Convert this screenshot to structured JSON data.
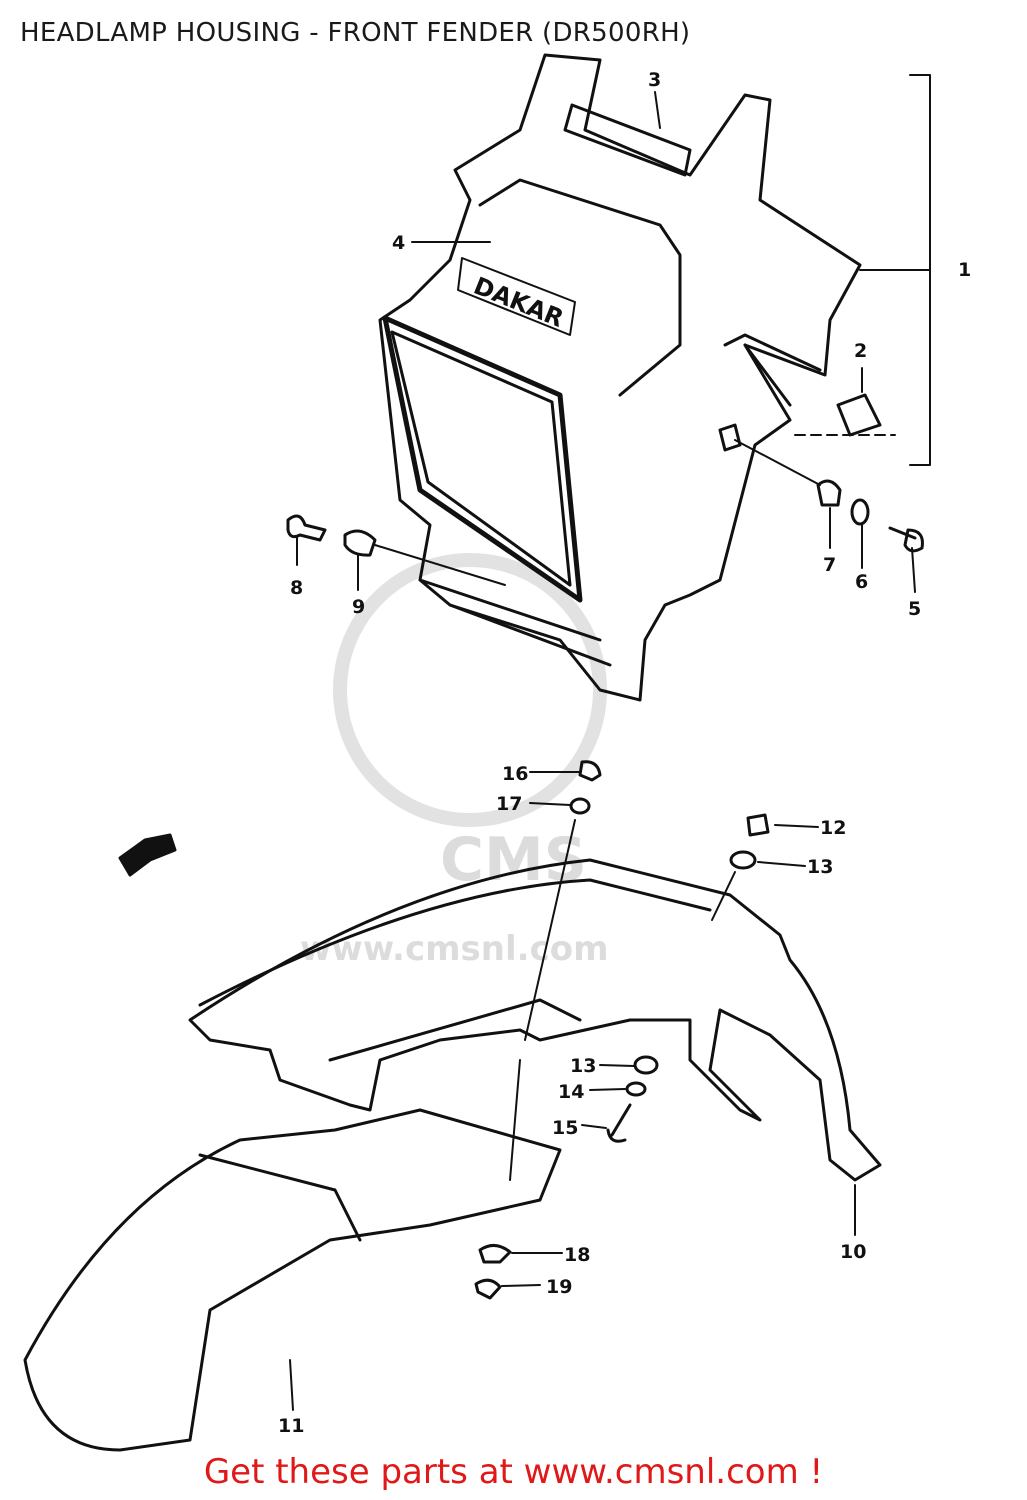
{
  "title": "HEADLAMP HOUSING - FRONT FENDER (DR500RH)",
  "housing_label": "DAKAR",
  "watermark": {
    "logo": "CMS",
    "url": "www.cmsnl.com"
  },
  "footer": "Get these parts at www.cmsnl.com !",
  "callouts": {
    "c1": "1",
    "c2": "2",
    "c3": "3",
    "c4": "4",
    "c5": "5",
    "c6": "6",
    "c7": "7",
    "c8": "8",
    "c9": "9",
    "c10": "10",
    "c11": "11",
    "c12": "12",
    "c13a": "13",
    "c13b": "13",
    "c14": "14",
    "c15": "15",
    "c16": "16",
    "c17": "17",
    "c18": "18",
    "c19": "19"
  },
  "colors": {
    "line": "#111111",
    "footer": "#e01818",
    "watermark": "#dcdcdc"
  }
}
